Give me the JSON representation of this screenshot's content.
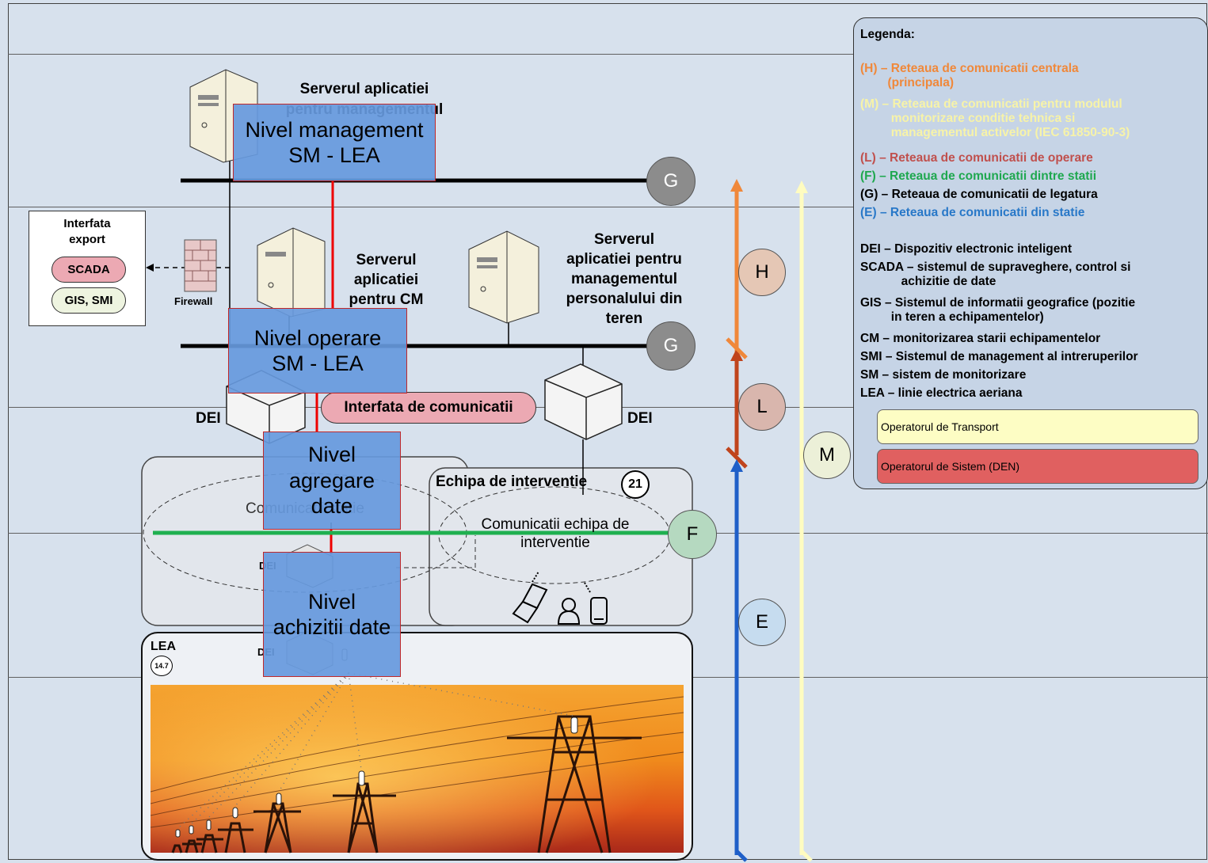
{
  "levels": {
    "management": "Nivel management\nSM - LEA",
    "operare": "Nivel operare\nSM - LEA",
    "agregare": "Nivel\nagregare\ndate",
    "achizitii": "Nivel\nachizitii date"
  },
  "servers": {
    "management": "Serverul aplicatiei\npentru managementul",
    "cm": "Serverul\naplicatiei\npentru CM",
    "personal": "Serverul\naplicatiei pentru\nmanagementul\npersonalului din\nteren"
  },
  "interfata_export": {
    "title": "Interfata\nexport",
    "scada": "SCADA",
    "gis_smi": "GIS, SMI",
    "firewall": "Firewall"
  },
  "dei": {
    "left": "DEI",
    "right": "DEI",
    "small1": "DEI",
    "small2": "DEI"
  },
  "interfata_comunicatii": "Interfata de comunicatii",
  "comunicatii_statie": "Comunicatii statie",
  "echipa": {
    "title": "Echipa de interventie",
    "badge": "21",
    "comm": "Comunicatii echipa de\ninterventie"
  },
  "lea": {
    "title": "LEA",
    "badge": "14.7"
  },
  "network_circles": [
    "G",
    "G",
    "H",
    "L",
    "M",
    "F",
    "E"
  ],
  "legend": {
    "title": "Legenda:",
    "entries": [
      {
        "text": "(H) – Reteaua de comunicatii centrala\n        (principala)",
        "color": "#f0883a"
      },
      {
        "text": "(M) – Reteaua de comunicatii pentru modulul\n         monitorizare conditie tehnica si\n         managementul activelor (IEC 61850-90-3)",
        "color": "#f7f3a8"
      },
      {
        "text": "(L) – Reteaua de comunicatii de operare",
        "color": "#c0504d"
      },
      {
        "text": "(F) – Reteaua de comunicatii dintre statii",
        "color": "#1fa84f"
      },
      {
        "text": "(G) – Reteaua de comunicatii de legatura",
        "color": "#000000"
      },
      {
        "text": "(E) – Reteaua de comunicatii din statie",
        "color": "#2878c8"
      }
    ],
    "abbrevs": [
      "DEI – Dispozitiv electronic inteligent",
      "SCADA – sistemul de supraveghere, control si\n            achizitie de date",
      "GIS – Sistemul de informatii geografice (pozitie\n         in teren a echipamentelor)",
      "CM – monitorizarea starii echipamentelor",
      "SMI – Sistemul de management al intreruperilor",
      "SM – sistem de monitorizare",
      "LEA – linie electrica aeriana"
    ],
    "operators": [
      {
        "label": "Operatorul de Transport",
        "color": "#fdfdc4"
      },
      {
        "label": "Operatorul de Sistem (DEN)",
        "color": "#e06060"
      }
    ]
  },
  "colors": {
    "H": "#f0883a",
    "M": "#fffcc0",
    "L": "#c0441c",
    "F": "#1fb050",
    "E": "#1f5fc8",
    "G": "#000000"
  }
}
